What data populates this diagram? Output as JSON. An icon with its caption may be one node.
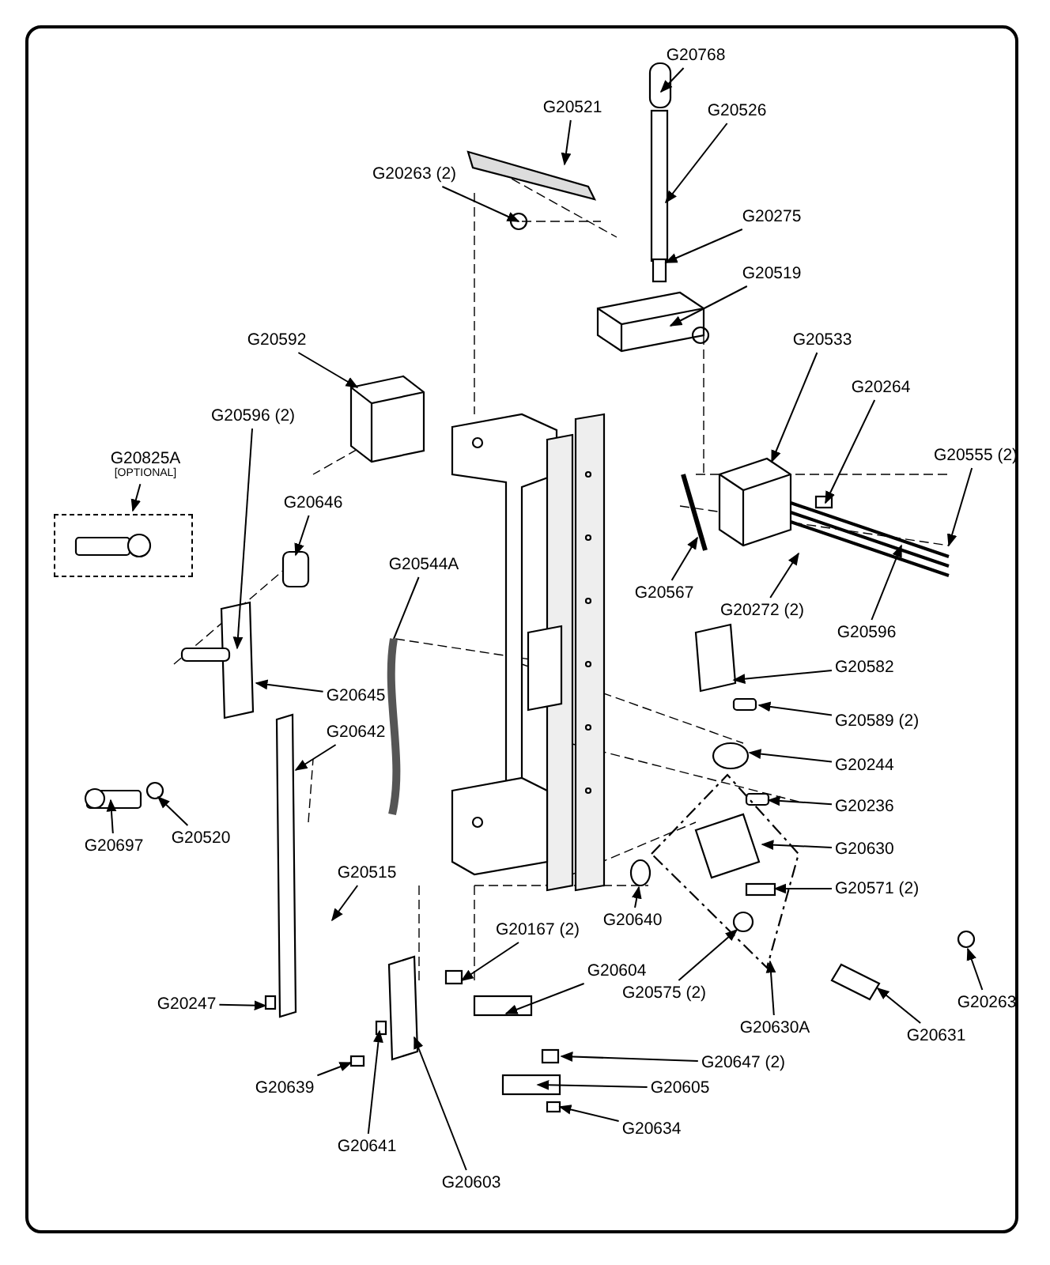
{
  "diagram": {
    "nodes": [
      {
        "text": [
          "G20768"
        ]
      },
      {
        "text": [
          "G20521"
        ]
      },
      {
        "text": [
          "G20526"
        ]
      },
      {
        "text": [
          "G20263 (2)"
        ]
      },
      {
        "text": [
          "G20275"
        ]
      },
      {
        "text": [
          "G20519"
        ]
      },
      {
        "text": [
          "G20592"
        ]
      },
      {
        "text": [
          "G20533"
        ]
      },
      {
        "text": [
          "G20264"
        ]
      },
      {
        "text": [
          "G20596 (2)"
        ]
      },
      {
        "text": [
          "G20825A",
          "[OPTIONAL]"
        ]
      },
      {
        "text": [
          "G20555 (2)"
        ]
      },
      {
        "text": [],
        "shape": "box"
      },
      {
        "text": [
          "G20646"
        ]
      },
      {
        "text": [
          "G20544A"
        ]
      },
      {
        "text": [
          "G20567"
        ]
      },
      {
        "text": [
          "G20272 (2)"
        ]
      },
      {
        "text": [
          "G20596"
        ]
      },
      {
        "text": [
          "G20582"
        ]
      },
      {
        "text": [
          "G20645"
        ]
      },
      {
        "text": [
          "G20589 (2)"
        ]
      },
      {
        "text": [
          "G20642"
        ]
      },
      {
        "text": [
          "G20244"
        ]
      },
      {
        "text": [
          "G20520"
        ]
      },
      {
        "text": [
          "G20236"
        ]
      },
      {
        "text": [
          "G20697"
        ]
      },
      {
        "text": [
          "G20630"
        ]
      },
      {
        "text": [
          "G20515"
        ]
      },
      {
        "text": [
          "G20571 (2)"
        ]
      },
      {
        "text": [
          "G20640"
        ]
      },
      {
        "text": [
          "G20167 (2)"
        ]
      },
      {
        "text": [
          "G20575 (2)"
        ]
      },
      {
        "text": [
          "G20604"
        ]
      },
      {
        "text": [
          "G20263"
        ]
      },
      {
        "text": [
          "G20247"
        ]
      },
      {
        "text": [
          "G20647 (2)"
        ]
      },
      {
        "text": [
          "G20630A"
        ]
      },
      {
        "text": [
          "G20631"
        ]
      },
      {
        "text": [
          "G20639"
        ]
      },
      {
        "text": [
          "G20605"
        ]
      },
      {
        "text": [
          "G20634"
        ]
      },
      {
        "text": [
          "G20641"
        ]
      },
      {
        "text": [
          "G20603"
        ]
      }
    ],
    "edges": [
      {
        "from": 0,
        "to": null,
        "arrow": "to"
      },
      {
        "from": 1,
        "to": null,
        "arrow": "to"
      },
      {
        "from": 2,
        "to": null,
        "arrow": "to"
      },
      {
        "from": 3,
        "to": null,
        "arrow": "to"
      },
      {
        "from": 4,
        "to": null,
        "arrow": "to"
      },
      {
        "from": 5,
        "to": null,
        "arrow": "to"
      },
      {
        "from": 6,
        "to": null,
        "arrow": "to"
      },
      {
        "from": 7,
        "to": null,
        "arrow": "to"
      },
      {
        "from": 8,
        "to": null,
        "arrow": "to"
      },
      {
        "from": 9,
        "to": null,
        "arrow": "to"
      },
      {
        "from": 10,
        "to": 12,
        "arrow": "to"
      },
      {
        "from": 11,
        "to": null,
        "arrow": "to"
      },
      {
        "from": 13,
        "to": null,
        "arrow": "to"
      },
      {
        "from": 14,
        "to": null,
        "arrow": "none"
      },
      {
        "from": 15,
        "to": null,
        "arrow": "to"
      },
      {
        "from": 16,
        "to": null,
        "arrow": "to"
      },
      {
        "from": 17,
        "to": null,
        "arrow": "to"
      },
      {
        "from": 18,
        "to": null,
        "arrow": "to"
      },
      {
        "from": 19,
        "to": null,
        "arrow": "to"
      },
      {
        "from": 20,
        "to": null,
        "arrow": "to"
      },
      {
        "from": 21,
        "to": null,
        "arrow": "to"
      },
      {
        "from": 22,
        "to": null,
        "arrow": "to"
      },
      {
        "from": 23,
        "to": null,
        "arrow": "to"
      },
      {
        "from": 24,
        "to": null,
        "arrow": "to"
      },
      {
        "from": 25,
        "to": null,
        "arrow": "to"
      },
      {
        "from": 26,
        "to": null,
        "arrow": "to"
      },
      {
        "from": 27,
        "to": null,
        "arrow": "to"
      },
      {
        "from": 28,
        "to": null,
        "arrow": "to"
      },
      {
        "from": 29,
        "to": null,
        "arrow": "to"
      },
      {
        "from": 30,
        "to": null,
        "arrow": "to"
      },
      {
        "from": 31,
        "to": null,
        "arrow": "to"
      },
      {
        "from": 32,
        "to": null,
        "arrow": "to"
      },
      {
        "from": 33,
        "to": null,
        "arrow": "to"
      },
      {
        "from": 34,
        "to": null,
        "arrow": "to"
      },
      {
        "from": 35,
        "to": null,
        "arrow": "to"
      },
      {
        "from": 36,
        "to": null,
        "arrow": "to"
      },
      {
        "from": 37,
        "to": null,
        "arrow": "to"
      },
      {
        "from": 38,
        "to": null,
        "arrow": "to"
      },
      {
        "from": 39,
        "to": null,
        "arrow": "to"
      },
      {
        "from": 40,
        "to": null,
        "arrow": "to"
      },
      {
        "from": 41,
        "to": null,
        "arrow": "to"
      },
      {
        "from": 42,
        "to": null,
        "arrow": "to"
      }
    ]
  }
}
